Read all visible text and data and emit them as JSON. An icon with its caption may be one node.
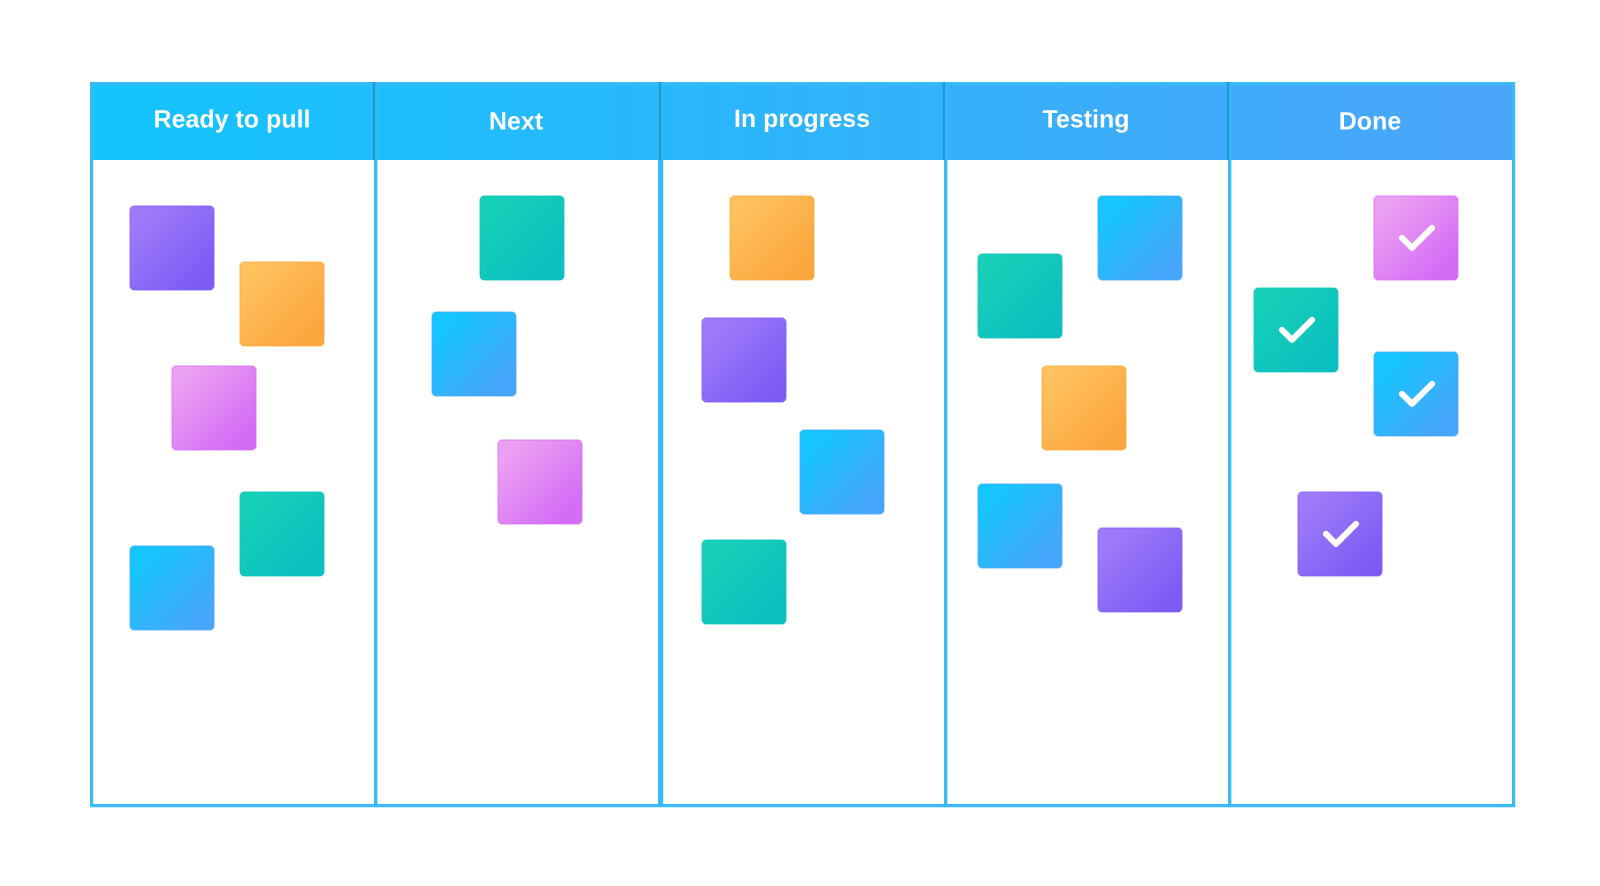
{
  "diagram": {
    "nodes": [
      {
        "text": [
          "Ready to pull"
        ]
      },
      {
        "text": [],
        "shape": "box",
        "in": 0
      },
      {
        "text": [],
        "shape": "box",
        "in": 0
      },
      {
        "text": [],
        "shape": "box",
        "in": 0
      },
      {
        "text": [],
        "shape": "box",
        "in": 0
      },
      {
        "text": [],
        "shape": "box",
        "in": 0
      },
      {
        "text": [
          "Next"
        ]
      },
      {
        "text": [],
        "shape": "box",
        "in": 6
      },
      {
        "text": [],
        "shape": "box",
        "in": 6
      },
      {
        "text": [],
        "shape": "box",
        "in": 6
      },
      {
        "text": [
          "In progress"
        ]
      },
      {
        "text": [],
        "shape": "box",
        "in": 10
      },
      {
        "text": [],
        "shape": "box",
        "in": 10
      },
      {
        "text": [],
        "shape": "box",
        "in": 10
      },
      {
        "text": [],
        "shape": "box",
        "in": 10
      },
      {
        "text": [
          "Testing"
        ]
      },
      {
        "text": [],
        "shape": "box",
        "in": 15
      },
      {
        "text": [],
        "shape": "box",
        "in": 15
      },
      {
        "text": [],
        "shape": "box",
        "in": 15
      },
      {
        "text": [],
        "shape": "box",
        "in": 15
      },
      {
        "text": [],
        "shape": "box",
        "in": 15
      },
      {
        "text": [
          "Done"
        ]
      },
      {
        "text": [],
        "shape": "box",
        "in": 21
      },
      {
        "text": [],
        "shape": "box",
        "in": 21
      },
      {
        "text": [],
        "shape": "box",
        "in": 21
      },
      {
        "text": [],
        "shape": "box",
        "in": 21
      }
    ]
  }
}
